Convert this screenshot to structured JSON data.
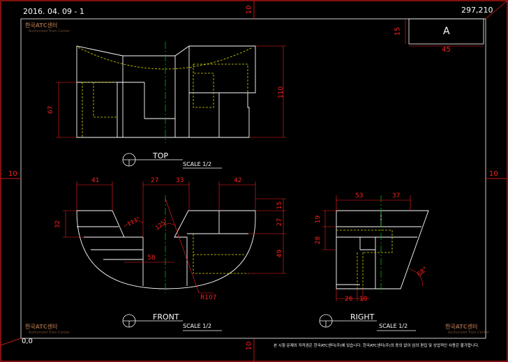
{
  "sheet": {
    "date": "2016. 04. 09 - 1",
    "paper_size": "297,210",
    "origin": "0,0",
    "border_margin": "10",
    "title_block": {
      "letter": "A",
      "height": "15",
      "width": "45"
    },
    "copyright": "본 시험 문제의 저작권은 한국ATC센터(주)에 있습니다. 한국ATC센터(주)의 동의 없이 임의 편집 및 상업적인 사용은 불가합니다."
  },
  "brand": {
    "name": "한국ATC센터",
    "subtitle": "Authorized Train Center"
  },
  "views": {
    "top": {
      "label": "TOP",
      "scale": "SCALE 1/2",
      "dims": {
        "height_left": "67",
        "height_right": "110"
      }
    },
    "front": {
      "label": "FRONT",
      "scale": "SCALE 1/2",
      "dims": {
        "w41": "41",
        "w27": "27",
        "w33": "33",
        "w42": "42",
        "h32": "32",
        "angle_left": "113°",
        "angle_right": "125°",
        "w58": "58",
        "h15": "15",
        "h27": "27",
        "h49": "49",
        "radius": "R107"
      }
    },
    "right": {
      "label": "RIGHT",
      "scale": "SCALE 1/2",
      "dims": {
        "w53": "53",
        "w37": "37",
        "h19": "19",
        "h28": "28",
        "angle": "68°",
        "w26": "26",
        "w10": "10"
      }
    }
  },
  "colors": {
    "line": "#ffffff",
    "dimension": "#ff2020",
    "hidden": "#d8d800",
    "center": "#00b400",
    "frame": "#ff2020"
  }
}
